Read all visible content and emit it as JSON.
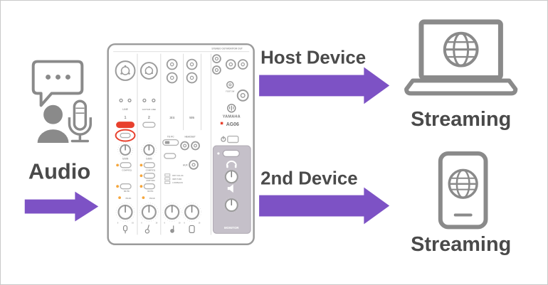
{
  "flow": {
    "source_label": "Audio",
    "host_label": "Host Device",
    "host_result": "Streaming",
    "second_label": "2nd Device",
    "second_result": "Streaming"
  },
  "mixer": {
    "brand": "YAMAHA",
    "model": "AG06",
    "stereo_out": "STEREO OUT",
    "monitor_out": "MONITOR OUT",
    "foot_sw": "FOOT SW",
    "ch1": "1",
    "ch2": "2",
    "ch34": "3/4",
    "ch56": "5/6",
    "ch1_input": "LINE",
    "ch2_input": "GUITAR LINE",
    "gain": "GAIN",
    "comp_eq": "COMP/EQ",
    "amp_sim": "AMP SIM",
    "mute": "MUTE",
    "peak": "PEAK",
    "on": "ON",
    "to_pc": "TO PC",
    "headset": "HEADSET",
    "aux": "AUX",
    "mode_1": "DRY CH1-2G",
    "mode_2": "INPUT MIX",
    "mode_3": "LOOPBACK",
    "monitor": "MONITOR",
    "knob_min": "0",
    "knob_max": "10"
  },
  "colors": {
    "arrow_purple": "#7d52c5",
    "icon_gray": "#8a8a8a",
    "label_gray": "#4a4a4a",
    "mixer_outline": "#9b9b9b",
    "accent_red": "#e8402d",
    "accent_orange": "#f5a63c",
    "monitor_panel": "#c5c0c9",
    "frame_border": "#c9c9c9"
  }
}
